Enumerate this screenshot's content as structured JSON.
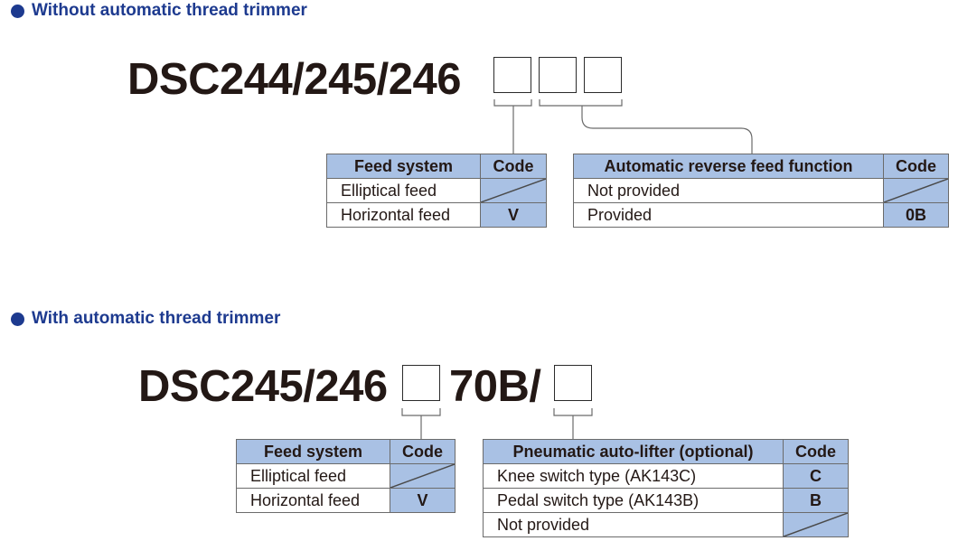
{
  "sections": [
    {
      "title": "Without automatic thread trimmer",
      "model_prefix": "DSC244/245/246",
      "tables": [
        {
          "headers": [
            "Feed system",
            "Code"
          ],
          "rows": [
            {
              "name": "Elliptical feed",
              "code": ""
            },
            {
              "name": "Horizontal feed",
              "code": "V"
            }
          ]
        },
        {
          "headers": [
            "Automatic reverse feed function",
            "Code"
          ],
          "rows": [
            {
              "name": "Not provided",
              "code": ""
            },
            {
              "name": "Provided",
              "code": "0B"
            }
          ]
        }
      ]
    },
    {
      "title": "With automatic thread trimmer",
      "model_prefix": "DSC245/246",
      "model_middle": "70B/",
      "tables": [
        {
          "headers": [
            "Feed system",
            "Code"
          ],
          "rows": [
            {
              "name": "Elliptical feed",
              "code": ""
            },
            {
              "name": "Horizontal feed",
              "code": "V"
            }
          ]
        },
        {
          "headers": [
            "Pneumatic auto-lifter (optional)",
            "Code"
          ],
          "rows": [
            {
              "name": "Knee switch type (AK143C)",
              "code": "C"
            },
            {
              "name": "Pedal switch type (AK143B)",
              "code": "B"
            },
            {
              "name": "Not provided",
              "code": ""
            }
          ]
        }
      ]
    }
  ],
  "colors": {
    "accent": "#1d3a8f",
    "table_fill": "#a9c1e4",
    "text": "#231815"
  }
}
